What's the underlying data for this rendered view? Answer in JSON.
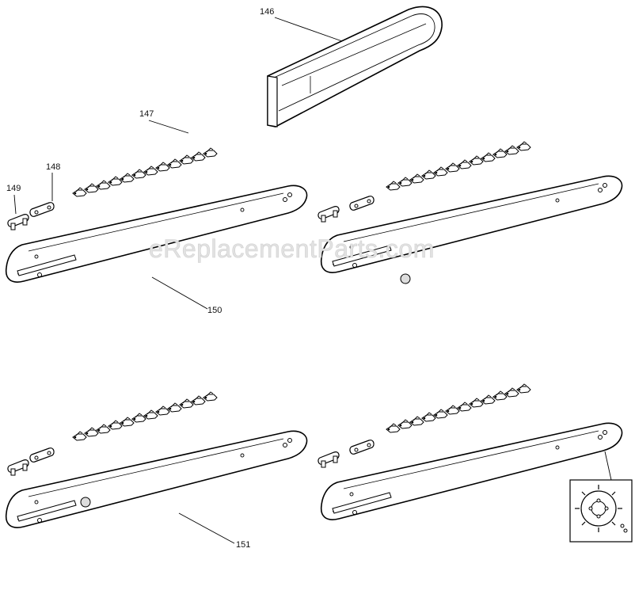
{
  "diagram": {
    "parts": [
      {
        "id": "146",
        "label": "146"
      },
      {
        "id": "147",
        "label": "147"
      },
      {
        "id": "148",
        "label": "148"
      },
      {
        "id": "149",
        "label": "149"
      },
      {
        "id": "150",
        "label": "150"
      },
      {
        "id": "151",
        "label": "151"
      }
    ],
    "watermark": "eReplacementParts.com"
  }
}
